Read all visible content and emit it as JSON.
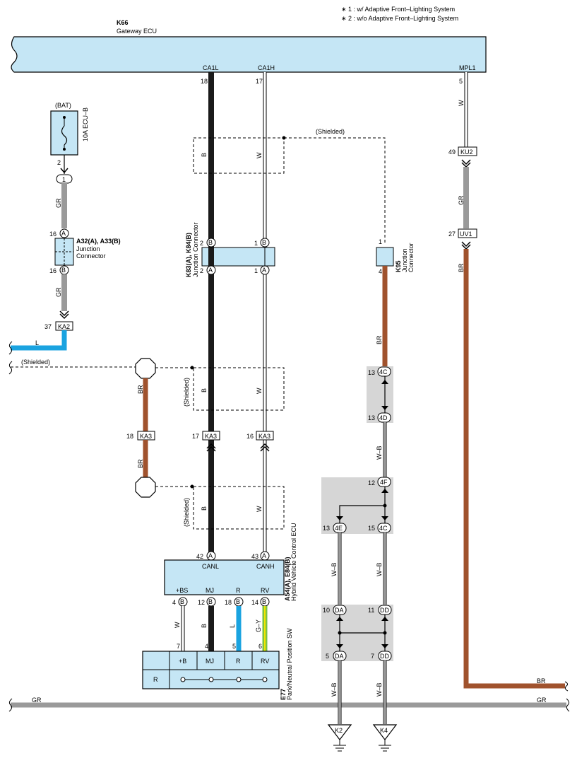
{
  "notes": [
    "∗ 1 : w/ Adaptive Front–Lighting System",
    "∗ 2 : w/o Adaptive Front–Lighting System"
  ],
  "colors": {
    "ecu_fill": "#c5e6f5",
    "box_fill": "#c5e6f5",
    "shade": "#d6d6d6",
    "wire_black": "#1a1a1a",
    "wire_gray": "#9a9a9a",
    "wire_brown": "#a0522d",
    "wire_blue": "#1aa3e0",
    "wire_green": "#7cc242",
    "wire_yellow": "#f2e600"
  },
  "gateway": {
    "id": "K66",
    "name": "Gateway ECU",
    "pins": [
      {
        "name": "CA1L",
        "num": "18"
      },
      {
        "name": "CA1H",
        "num": "17"
      },
      {
        "name": "MPL1",
        "num": "5"
      }
    ]
  },
  "fuse": {
    "source": "(BAT)",
    "label": "10A ECU–B",
    "pin": "2"
  },
  "connectors": {
    "c1": "1",
    "a32": {
      "id": "A32(A), A33(B)",
      "desc1": "Junction",
      "desc2": "Connector",
      "top_pin": "16",
      "top_letter": "A",
      "bottom_pin": "16",
      "bottom_letter": "B"
    },
    "ka2": {
      "pin": "37",
      "name": "KA2"
    },
    "k83": {
      "id": "K83(A), K84(B)",
      "desc": "Junction Connector",
      "pins": [
        "2",
        "1",
        "2",
        "1"
      ],
      "letters": [
        "B",
        "B",
        "A",
        "A"
      ]
    },
    "k95": {
      "id": "K95",
      "desc1": "Junction",
      "desc2": "Connector",
      "pin_top": "1",
      "pin_bottom": "4"
    },
    "ku2": {
      "pin": "49",
      "name": "KU2"
    },
    "uv1": {
      "pin": "27",
      "name": "UV1"
    },
    "ka3": {
      "name": "KA3",
      "pins": [
        "18",
        "17",
        "16"
      ]
    },
    "hv": {
      "id": "A54(A), E84(B)",
      "desc": "Hybrid Vehicle Control ECU",
      "top_pins": [
        "42",
        "43"
      ],
      "top_letters": [
        "A",
        "A"
      ],
      "top_labels": [
        "CANL",
        "CANH"
      ],
      "bottom_labels": [
        "+BS",
        "MJ",
        "R",
        "RV"
      ],
      "bottom_pins": [
        "4",
        "12",
        "18",
        "14"
      ],
      "bottom_letter": "B"
    },
    "e77": {
      "id": "E77",
      "desc": "Park/Neutral Position SW",
      "pins": [
        "7",
        "4",
        "5",
        "6"
      ],
      "headers": [
        "+B",
        "MJ",
        "R",
        "RV"
      ],
      "row_label": "R"
    },
    "jb": {
      "c4c_top": {
        "pin": "13",
        "name": "4C"
      },
      "c4d": {
        "pin": "13",
        "name": "4D"
      },
      "c4f": {
        "pin": "12",
        "name": "4F"
      },
      "c4e": {
        "pin": "13",
        "name": "4E"
      },
      "c4c_mid": {
        "pin": "15",
        "name": "4C"
      },
      "da_top": {
        "pin": "10",
        "name": "DA"
      },
      "dd_top": {
        "pin": "11",
        "name": "DD"
      },
      "da_bot": {
        "pin": "5",
        "name": "DA"
      },
      "dd_bot": {
        "pin": "7",
        "name": "DD"
      }
    },
    "grounds": [
      "K2",
      "K4"
    ]
  },
  "wire_labels": {
    "b": "B",
    "w": "W",
    "gr": "GR",
    "br": "BR",
    "l": "L",
    "wb": "W–B",
    "gy": "G–Y",
    "shielded": "(Shielded)"
  }
}
